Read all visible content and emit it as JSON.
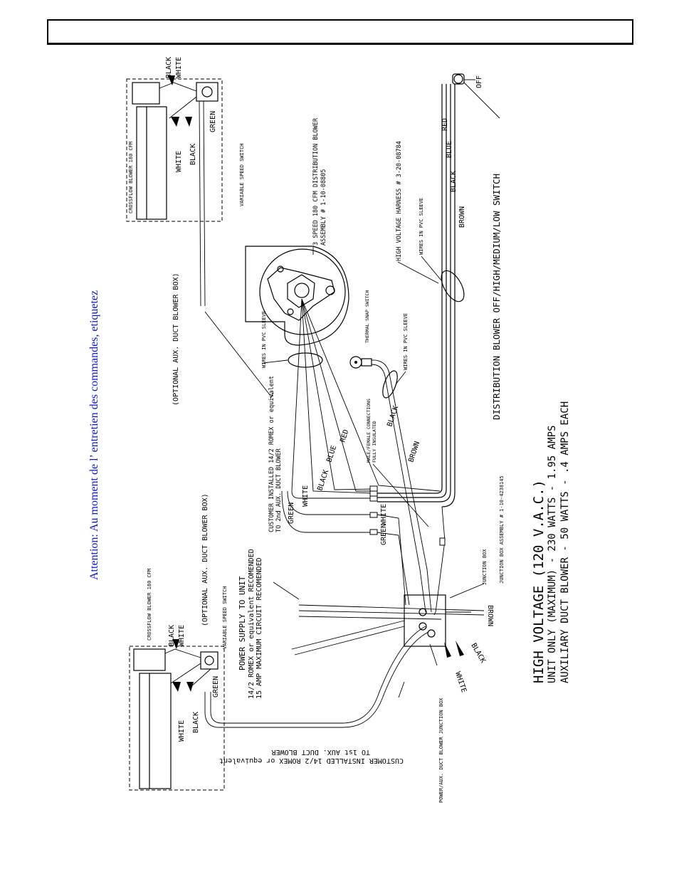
{
  "header": {
    "title": ""
  },
  "attention_note": "Attention: Au moment de l’ entretien des commandes, etiquetez",
  "title_block": {
    "title": "HIGH VOLTAGE (120 V.A.C.)",
    "line1": "UNIT ONLY (MAXIMUM) - 230 WATTS - 1.95 AMPS",
    "line2": "AUXILIARY DUCT BLOWER - 50 WATTS - .4 AMPS EACH"
  },
  "labels": {
    "dist_switch": "DISTRIBUTION BLOWER OFF/HIGH/MEDIUM/LOW SWITCH",
    "off": "OFF",
    "harness": "HIGH VOLTAGE HARNESS # 3-20-08784",
    "pvc_top": "WIRES IN PVC SLEEVE",
    "blower_line1": "3 SPEED 180 CFM DISTRIBUTION BLOWER",
    "blower_line2": "ASSEMBLY # 1-10-08805",
    "pvc_mid": "WIRES IN PVC SLEEVE",
    "snap_switch": "THERMAL SNAP SWITCH",
    "pvc_sleeve2": "WIRES IN PVC SLEEVE",
    "male_female_1": "MALE/FEMALE CONNECTIONS",
    "male_female_2": "FULLY INSULATED",
    "romex2_line1": "CUSTOMER INSTALLED 14/2 ROMEX or equivalent",
    "romex2_line2": "TO 2nd AUX. DUCT BLOWER",
    "junction_asm": "JUNCTION BOX ASSEMBLY # 1-10-4238145",
    "junction_box": "JUNCTION BOX",
    "power_box": "POWER/AUX. DUCT BLOWER JUNCTION BOX",
    "supply1": "POWER SUPPLY TO UNIT",
    "supply2": "14/2 ROMEX or equivalent RECOMENDED",
    "supply3": "15 AMP MAXIMUM CIRCUIT RECOMENDED",
    "aux_optional": "(OPTIONAL AUX. DUCT BLOWER BOX)",
    "crossflow": "CROSSFLOW BLOWER 180 CFM",
    "var_speed": "VARIABLE SPEED SWITCH",
    "romex1_line1": "CUSTOMER INSTALLED 14/2 ROMEX or equivalent",
    "romex1_line2": "TO 1st AUX. DUCT BLOWER"
  },
  "wires": {
    "red": "RED",
    "blue": "BLUE",
    "black": "BLACK",
    "brown": "BROWN",
    "white": "WHITE",
    "green": "GREEN"
  }
}
